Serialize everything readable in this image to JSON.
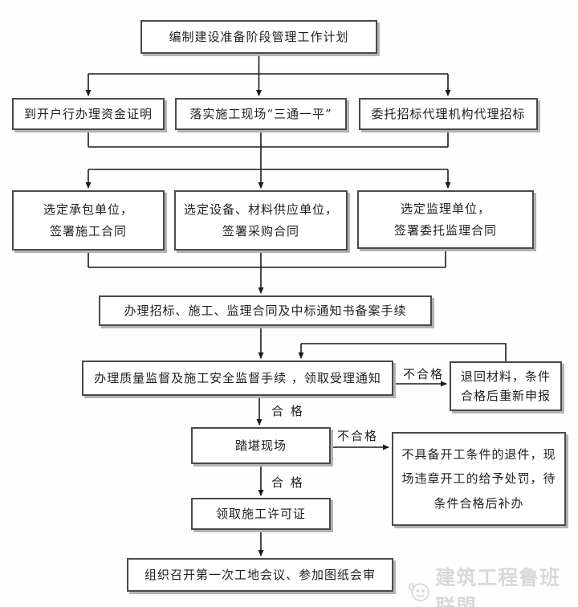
{
  "flowchart": {
    "nodes": {
      "plan": {
        "text": "编制建设准备阶段管理工作计划"
      },
      "fund_cert": {
        "text": "到开户行办理资金证明"
      },
      "site_prep": {
        "text": "落实施工现场“三通一平”"
      },
      "bid_agency": {
        "text": "委托招标代理机构代理招标"
      },
      "contractor": {
        "line1": "选定承包单位，",
        "line2": "签署施工合同"
      },
      "supplier": {
        "line1": "选定设备、材料供应单位，",
        "line2": "签署采购合同"
      },
      "supervisor": {
        "line1": "选定监理单位，",
        "line2": "签署委托监理合同"
      },
      "filing": {
        "text": "办理招标、施工、监理合同及中标通知书备案手续"
      },
      "quality_check": {
        "text": "办理质量监督及施工安全监督手续 ，领取受理通知"
      },
      "return_materials": {
        "line1": "退回材料，条件",
        "line2": "合格后重新申报"
      },
      "site_visit": {
        "text": "踏堪现场"
      },
      "reject_handling": {
        "line1": "不具备开工条件的退件，现",
        "line2": "场违章开工的给予处罚，待",
        "line3": "条件合格后补办"
      },
      "permit": {
        "text": "领取施工许可证"
      },
      "first_meeting": {
        "text": "组织召开第一次工地会议、参加图纸会审"
      }
    },
    "edge_labels": {
      "pass_after_quality": "合 格",
      "fail_after_quality": "不合格",
      "fail_after_visit": "不合格",
      "pass_after_visit": "合 格"
    }
  },
  "watermark": {
    "text": "建筑工程鲁班联盟",
    "icon": "smiley-face-logo"
  },
  "colors": {
    "box_border": "#4a4a4a",
    "box_shadow": "#b3b3b3",
    "connector": "#1a1a1a",
    "background": "#fefefe",
    "text": "#1f1f1f",
    "watermark": "#d9d9d9"
  }
}
